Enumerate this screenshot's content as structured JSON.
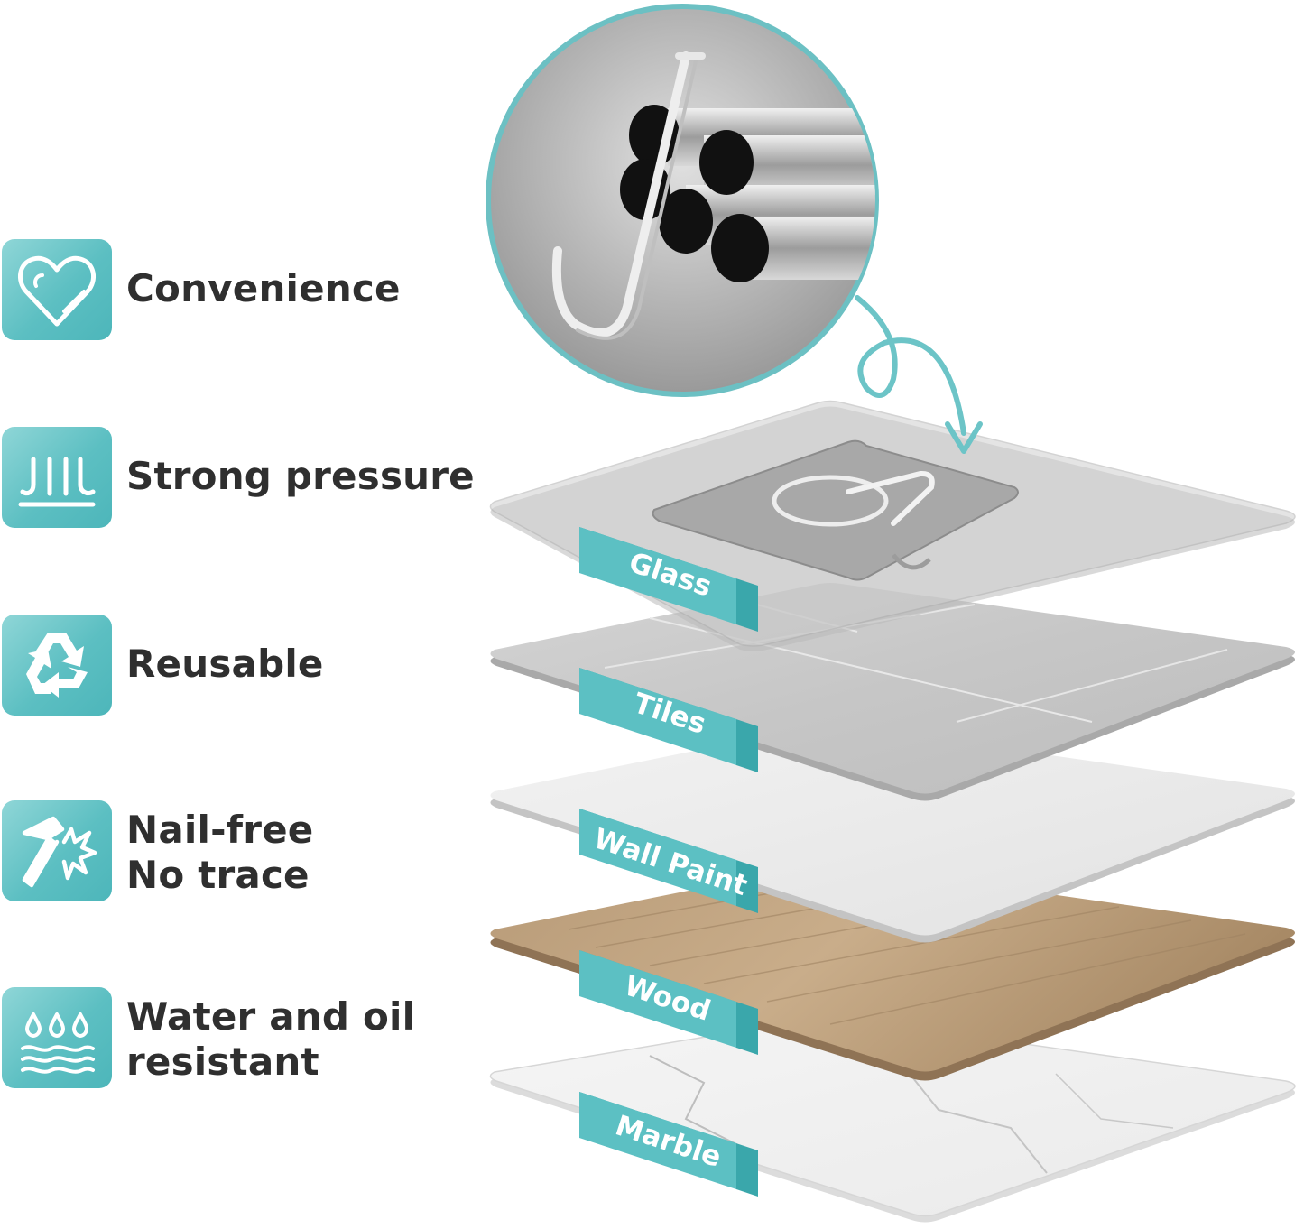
{
  "features": [
    {
      "label_lines": [
        "Convenience"
      ],
      "icon": "heart-icon"
    },
    {
      "label_lines": [
        "Strong pressure"
      ],
      "icon": "pressure-icon"
    },
    {
      "label_lines": [
        "Reusable"
      ],
      "icon": "recycle-icon"
    },
    {
      "label_lines": [
        "Nail-free",
        "No trace"
      ],
      "icon": "hammer-icon"
    },
    {
      "label_lines": [
        "Water and oil",
        "resistant"
      ],
      "icon": "water-drops-icon"
    }
  ],
  "surfaces": [
    {
      "label": "Glass",
      "material": "glass"
    },
    {
      "label": "Tiles",
      "material": "tile"
    },
    {
      "label": "Wall Paint",
      "material": "paint"
    },
    {
      "label": "Wood",
      "material": "wood"
    },
    {
      "label": "Marble",
      "material": "marble"
    }
  ],
  "colors": {
    "accent": "#5cc0c3",
    "tag_side": "#3aa7ab",
    "text": "#2f2f2f"
  }
}
